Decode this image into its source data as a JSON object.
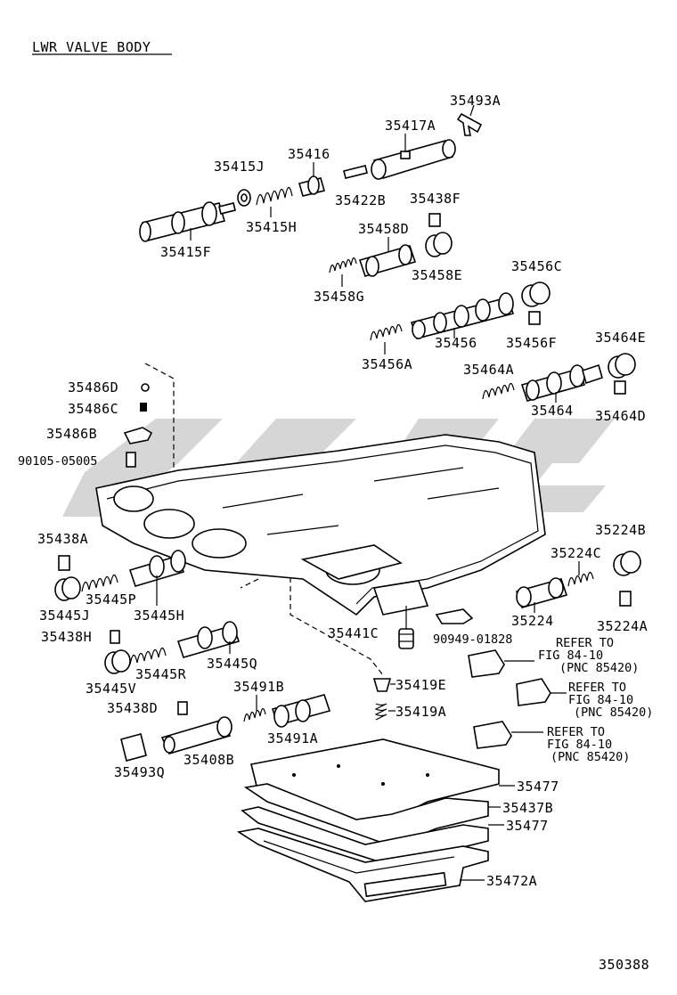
{
  "header": {
    "title": "LWR VALVE BODY"
  },
  "footer": {
    "figure_number": "350388"
  },
  "labels": {
    "p35493A": "35493A",
    "p35417A": "35417A",
    "p35416": "35416",
    "p35415J": "35415J",
    "p35422B": "35422B",
    "p35438F": "35438F",
    "p35415H": "35415H",
    "p35415F": "35415F",
    "p35458D": "35458D",
    "p35458E": "35458E",
    "p35458G": "35458G",
    "p35456C": "35456C",
    "p35456": "35456",
    "p35456F": "35456F",
    "p35456A": "35456A",
    "p35464E": "35464E",
    "p35464A": "35464A",
    "p35464": "35464",
    "p35464D": "35464D",
    "p35486D": "35486D",
    "p35486C": "35486C",
    "p35486B": "35486B",
    "p90105": "90105-05005",
    "p35438A": "35438A",
    "p35445P": "35445P",
    "p35445J": "35445J",
    "p35445H": "35445H",
    "p35224B": "35224B",
    "p35224C": "35224C",
    "p35224": "35224",
    "p35224A": "35224A",
    "p35441C": "35441C",
    "p90949": "90949-01828",
    "p35438H": "35438H",
    "p35445Q": "35445Q",
    "p35445R": "35445R",
    "p35445V": "35445V",
    "p35491B": "35491B",
    "p35419E": "35419E",
    "p35419A": "35419A",
    "p35438D": "35438D",
    "p35491A": "35491A",
    "p35493Q": "35493Q",
    "p35408B": "35408B",
    "p35477a": "35477",
    "p35437B": "35437B",
    "p35477b": "35477",
    "p35472A": "35472A"
  },
  "references": [
    {
      "line1": "REFER TO",
      "line2": "FIG 84-10",
      "line3": "(PNC 85420)"
    },
    {
      "line1": "REFER TO",
      "line2": "FIG 84-10",
      "line3": "(PNC 85420)"
    },
    {
      "line1": "REFER TO",
      "line2": "FIG 84-10",
      "line3": "(PNC 85420)"
    }
  ]
}
